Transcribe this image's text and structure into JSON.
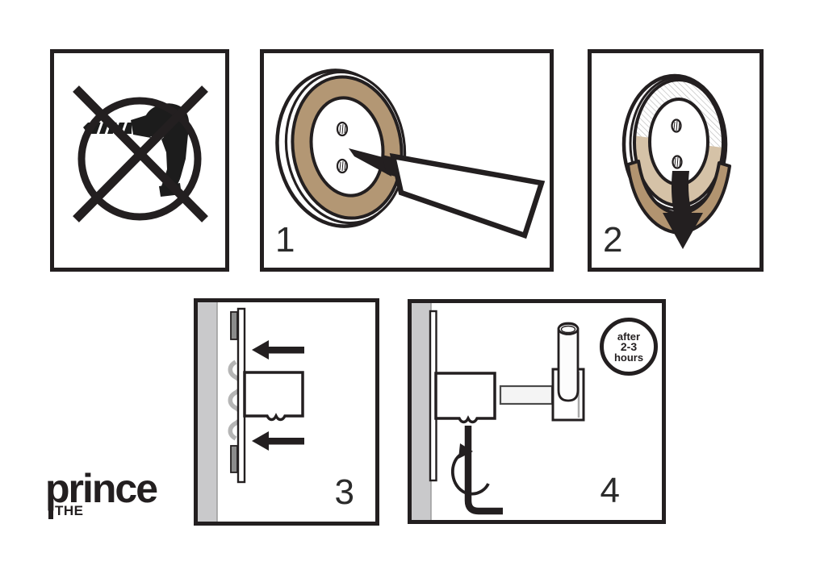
{
  "sheet": {
    "kind": "installation-instruction-diagram",
    "colors": {
      "outline": "#231f20",
      "adhesive_tan": "#b39774",
      "adhesive_tan_light": "#d5c2a7",
      "film_tan_dark": "#b29470",
      "wall_gray": "#c9c9cb",
      "glue_gray": "#b5b5b5",
      "pad_gray": "#8b8b8b"
    }
  },
  "steps": [
    {
      "id": "no-drill",
      "number": "",
      "icon": "no-drilling-icon"
    },
    {
      "id": "apply-glue",
      "number": "1",
      "icon": "glue-tube-icon"
    },
    {
      "id": "peel-film",
      "number": "2",
      "icon": "peel-arrow-icon"
    },
    {
      "id": "press-plate",
      "number": "3",
      "icon": "press-arrow-icon"
    },
    {
      "id": "mount-hook",
      "number": "4",
      "icon": "allen-key-icon",
      "badge": {
        "line1": "after",
        "line2": "2-3",
        "line3": "hours"
      }
    }
  ],
  "logo": {
    "brand": "prince",
    "the": "THE"
  }
}
